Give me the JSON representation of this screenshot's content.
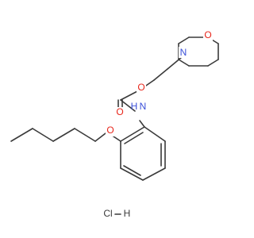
{
  "atoms": {
    "O_morph": "O",
    "N_morph": "N",
    "O_ester": "O",
    "O_carbonyl": "O",
    "NH": "N",
    "H_nh": "H",
    "O_ether": "O"
  },
  "salt": {
    "cl": "Cl",
    "dash": "−",
    "h": "H"
  },
  "colors": {
    "bond": "#3a3a3a",
    "oxygen": "#e8251a",
    "nitrogen": "#3a4fd8",
    "carbon": "#3a3a3a"
  }
}
